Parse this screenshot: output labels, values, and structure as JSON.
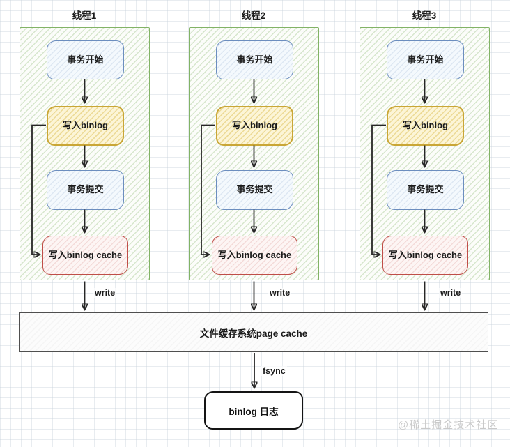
{
  "threads": [
    {
      "title": "线程1",
      "steps": [
        {
          "label": "事务开始"
        },
        {
          "label": "写入binlog"
        },
        {
          "label": "事务提交"
        },
        {
          "label": "写入binlog cache"
        }
      ],
      "write_label": "write"
    },
    {
      "title": "线程2",
      "steps": [
        {
          "label": "事务开始"
        },
        {
          "label": "写入binlog"
        },
        {
          "label": "事务提交"
        },
        {
          "label": "写入binlog cache"
        }
      ],
      "write_label": "write"
    },
    {
      "title": "线程3",
      "steps": [
        {
          "label": "事务开始"
        },
        {
          "label": "写入binlog"
        },
        {
          "label": "事务提交"
        },
        {
          "label": "写入binlog cache"
        }
      ],
      "write_label": "write"
    }
  ],
  "page_cache_label": "文件缓存系统page cache",
  "fsync_label": "fsync",
  "binlog_file_label": "binlog 日志",
  "watermark": "@稀土掘金技术社区",
  "colors": {
    "panel_border": "#82b366",
    "blue_border": "#6c8ebf",
    "blue_fill": "#f4f9fd",
    "yellow_border": "#c9a636",
    "yellow_fill": "#fcf5d7",
    "red_border": "#bf4e48",
    "red_fill": "#fdf5f4",
    "box_border_dark": "#4f4f4f",
    "arrow": "#262626",
    "watermark": "#c9c9c9"
  }
}
